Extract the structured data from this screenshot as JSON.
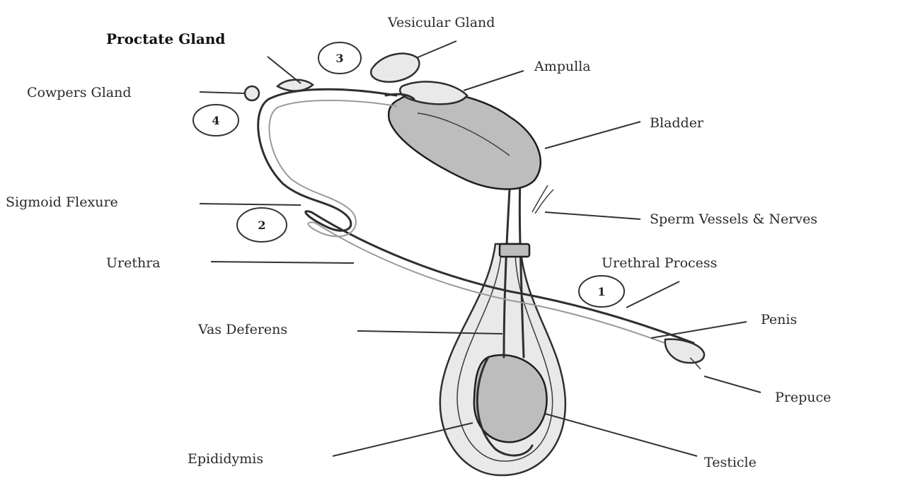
{
  "labels": {
    "prostate_gland": "Proctate Gland",
    "vesicular_gland": "Vesicular Gland",
    "ampulla": "Ampulla",
    "cowpers_gland": "Cowpers Gland",
    "bladder": "Bladder",
    "sigmoid_flexure": "Sigmoid Flexure",
    "sperm_vessels": "Sperm Vessels & Nerves",
    "urethra": "Urethra",
    "urethral_process": "Urethral Process",
    "vas_deferens": "Vas Deferens",
    "penis": "Penis",
    "prepuce": "Prepuce",
    "epididymis": "Epididymis",
    "testicle": "Testicle"
  },
  "markers": {
    "m1": "1",
    "m2": "2",
    "m3": "3",
    "m4": "4"
  },
  "colors": {
    "line": "#333333",
    "organ_fill": "#e9e9e9",
    "organ_dark": "#bdbdbd"
  }
}
